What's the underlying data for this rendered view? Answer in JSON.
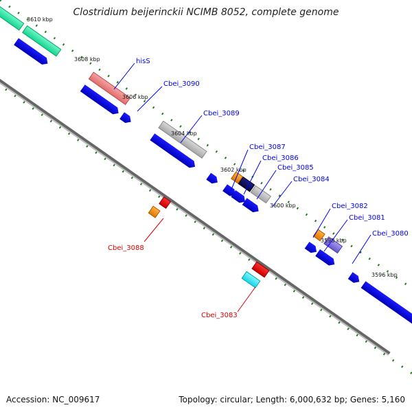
{
  "title": "Clostridium beijerinckii NCIMB 8052, complete genome",
  "footer": {
    "accession": "Accession: NC_009617",
    "stats": "Topology: circular; Length: 6,000,632 bp; Genes: 5,160"
  },
  "colors": {
    "backbone": "#777777",
    "tick_dot": "#1f7a1f",
    "blue_cds": "#0000e0",
    "label_line_blue": "#0000ee",
    "label_line_red": "#dd0000"
  },
  "scale_labels": [
    "3610 kbp",
    "3608 kbp",
    "3606 kbp",
    "3604 kbp",
    "3602 kbp",
    "3600 kbp",
    "3598 kbp",
    "3596 kbp"
  ],
  "gene_labels": {
    "hisS": "hisS",
    "cbei_3090": "Cbei_3090",
    "cbei_3089": "Cbei_3089",
    "cbei_3088": "Cbei_3088",
    "cbei_3087": "Cbei_3087",
    "cbei_3086": "Cbei_3086",
    "cbei_3085": "Cbei_3085",
    "cbei_3084": "Cbei_3084",
    "cbei_3083": "Cbei_3083",
    "cbei_3082": "Cbei_3082",
    "cbei_3081": "Cbei_3081",
    "cbei_3080": "Cbei_3080"
  }
}
